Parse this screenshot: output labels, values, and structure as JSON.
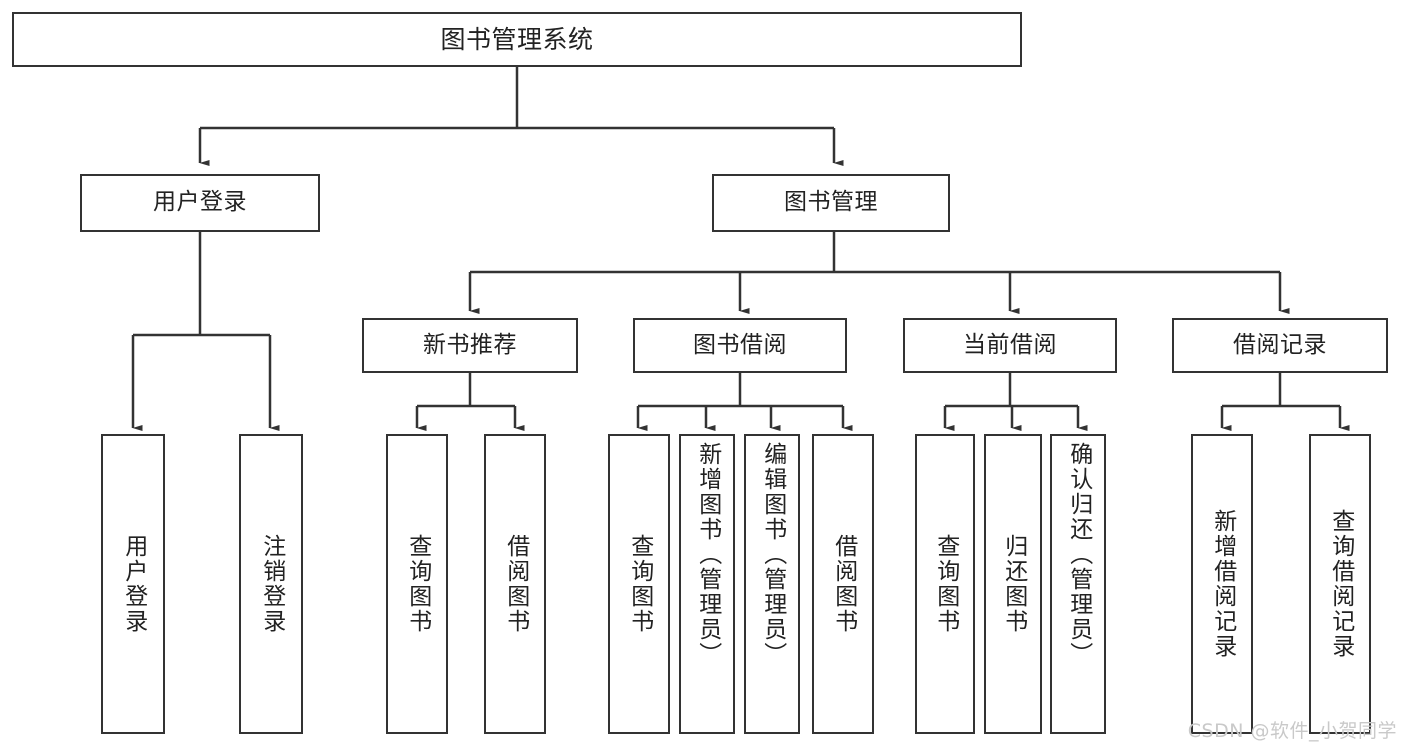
{
  "diagram": {
    "title": "图书管理系统",
    "watermark": "CSDN @软件_小贺同学",
    "line_color": "#333333",
    "box_border_color": "#333333",
    "background_color": "#ffffff",
    "text_color": "#222222"
  },
  "nodes": {
    "root": {
      "label": "图书管理系统"
    },
    "level2": [
      {
        "label": "用户登录"
      },
      {
        "label": "图书管理"
      }
    ],
    "level3": [
      {
        "label": "新书推荐"
      },
      {
        "label": "图书借阅"
      },
      {
        "label": "当前借阅"
      },
      {
        "label": "借阅记录"
      }
    ],
    "leaves": {
      "user_login": [
        {
          "label": "用户登录"
        },
        {
          "label": "注销登录"
        }
      ],
      "new_book_recommend": [
        {
          "label": "查询图书"
        },
        {
          "label": "借阅图书"
        }
      ],
      "book_borrow": [
        {
          "label": "查询图书"
        },
        {
          "label": "新增图书（管理员）"
        },
        {
          "label": "编辑图书（管理员）"
        },
        {
          "label": "借阅图书"
        }
      ],
      "current_borrow": [
        {
          "label": "查询图书"
        },
        {
          "label": "归还图书"
        },
        {
          "label": "确认归还（管理员）"
        }
      ],
      "borrow_record": [
        {
          "label": "新增借阅记录"
        },
        {
          "label": "查询借阅记录"
        }
      ]
    }
  }
}
